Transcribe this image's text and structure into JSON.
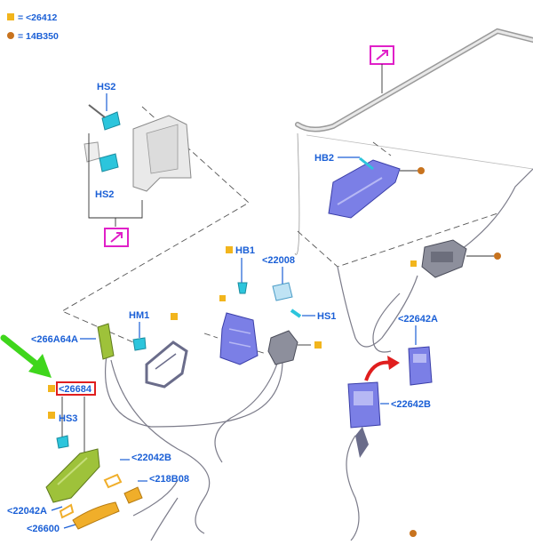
{
  "legend": [
    {
      "symbol": "square",
      "color": "#f2b51d",
      "text": "= <26412"
    },
    {
      "symbol": "circle",
      "color": "#c8731e",
      "text": "= 14B350"
    }
  ],
  "labels": {
    "hs2_top": "HS2",
    "hs2_bottom": "HS2",
    "hb2": "HB2",
    "hb1": "HB1",
    "p22008": "<22008",
    "hm1": "HM1",
    "hs1": "HS1",
    "p266a64a": "<266A64A",
    "p26684": "<26684",
    "hs3": "HS3",
    "p22642a": "<22642A",
    "p22642b": "<22642B",
    "p22042b": "<22042B",
    "p218b08": "<218B08",
    "p22042a": "<22042A",
    "p26600": "<26600"
  },
  "icons": {
    "callout": "arrow-box-icon",
    "square": "square-marker-icon",
    "circle": "circle-marker-icon",
    "highlight_arrow": "green-arrow-icon",
    "swap_arrow": "red-curved-arrow-icon"
  },
  "colors": {
    "label_blue": "#1a5fd6",
    "marker_yellow": "#f2b51d",
    "marker_brown": "#c8731e",
    "callout_magenta": "#e020c8",
    "highlight_green": "#3fd61c",
    "highlight_red": "#e01e1e",
    "part_purple": "#7b7fe6",
    "part_green": "#9ec23a",
    "part_orange": "#f0ae2a",
    "part_cyan": "#2cc5dc"
  }
}
